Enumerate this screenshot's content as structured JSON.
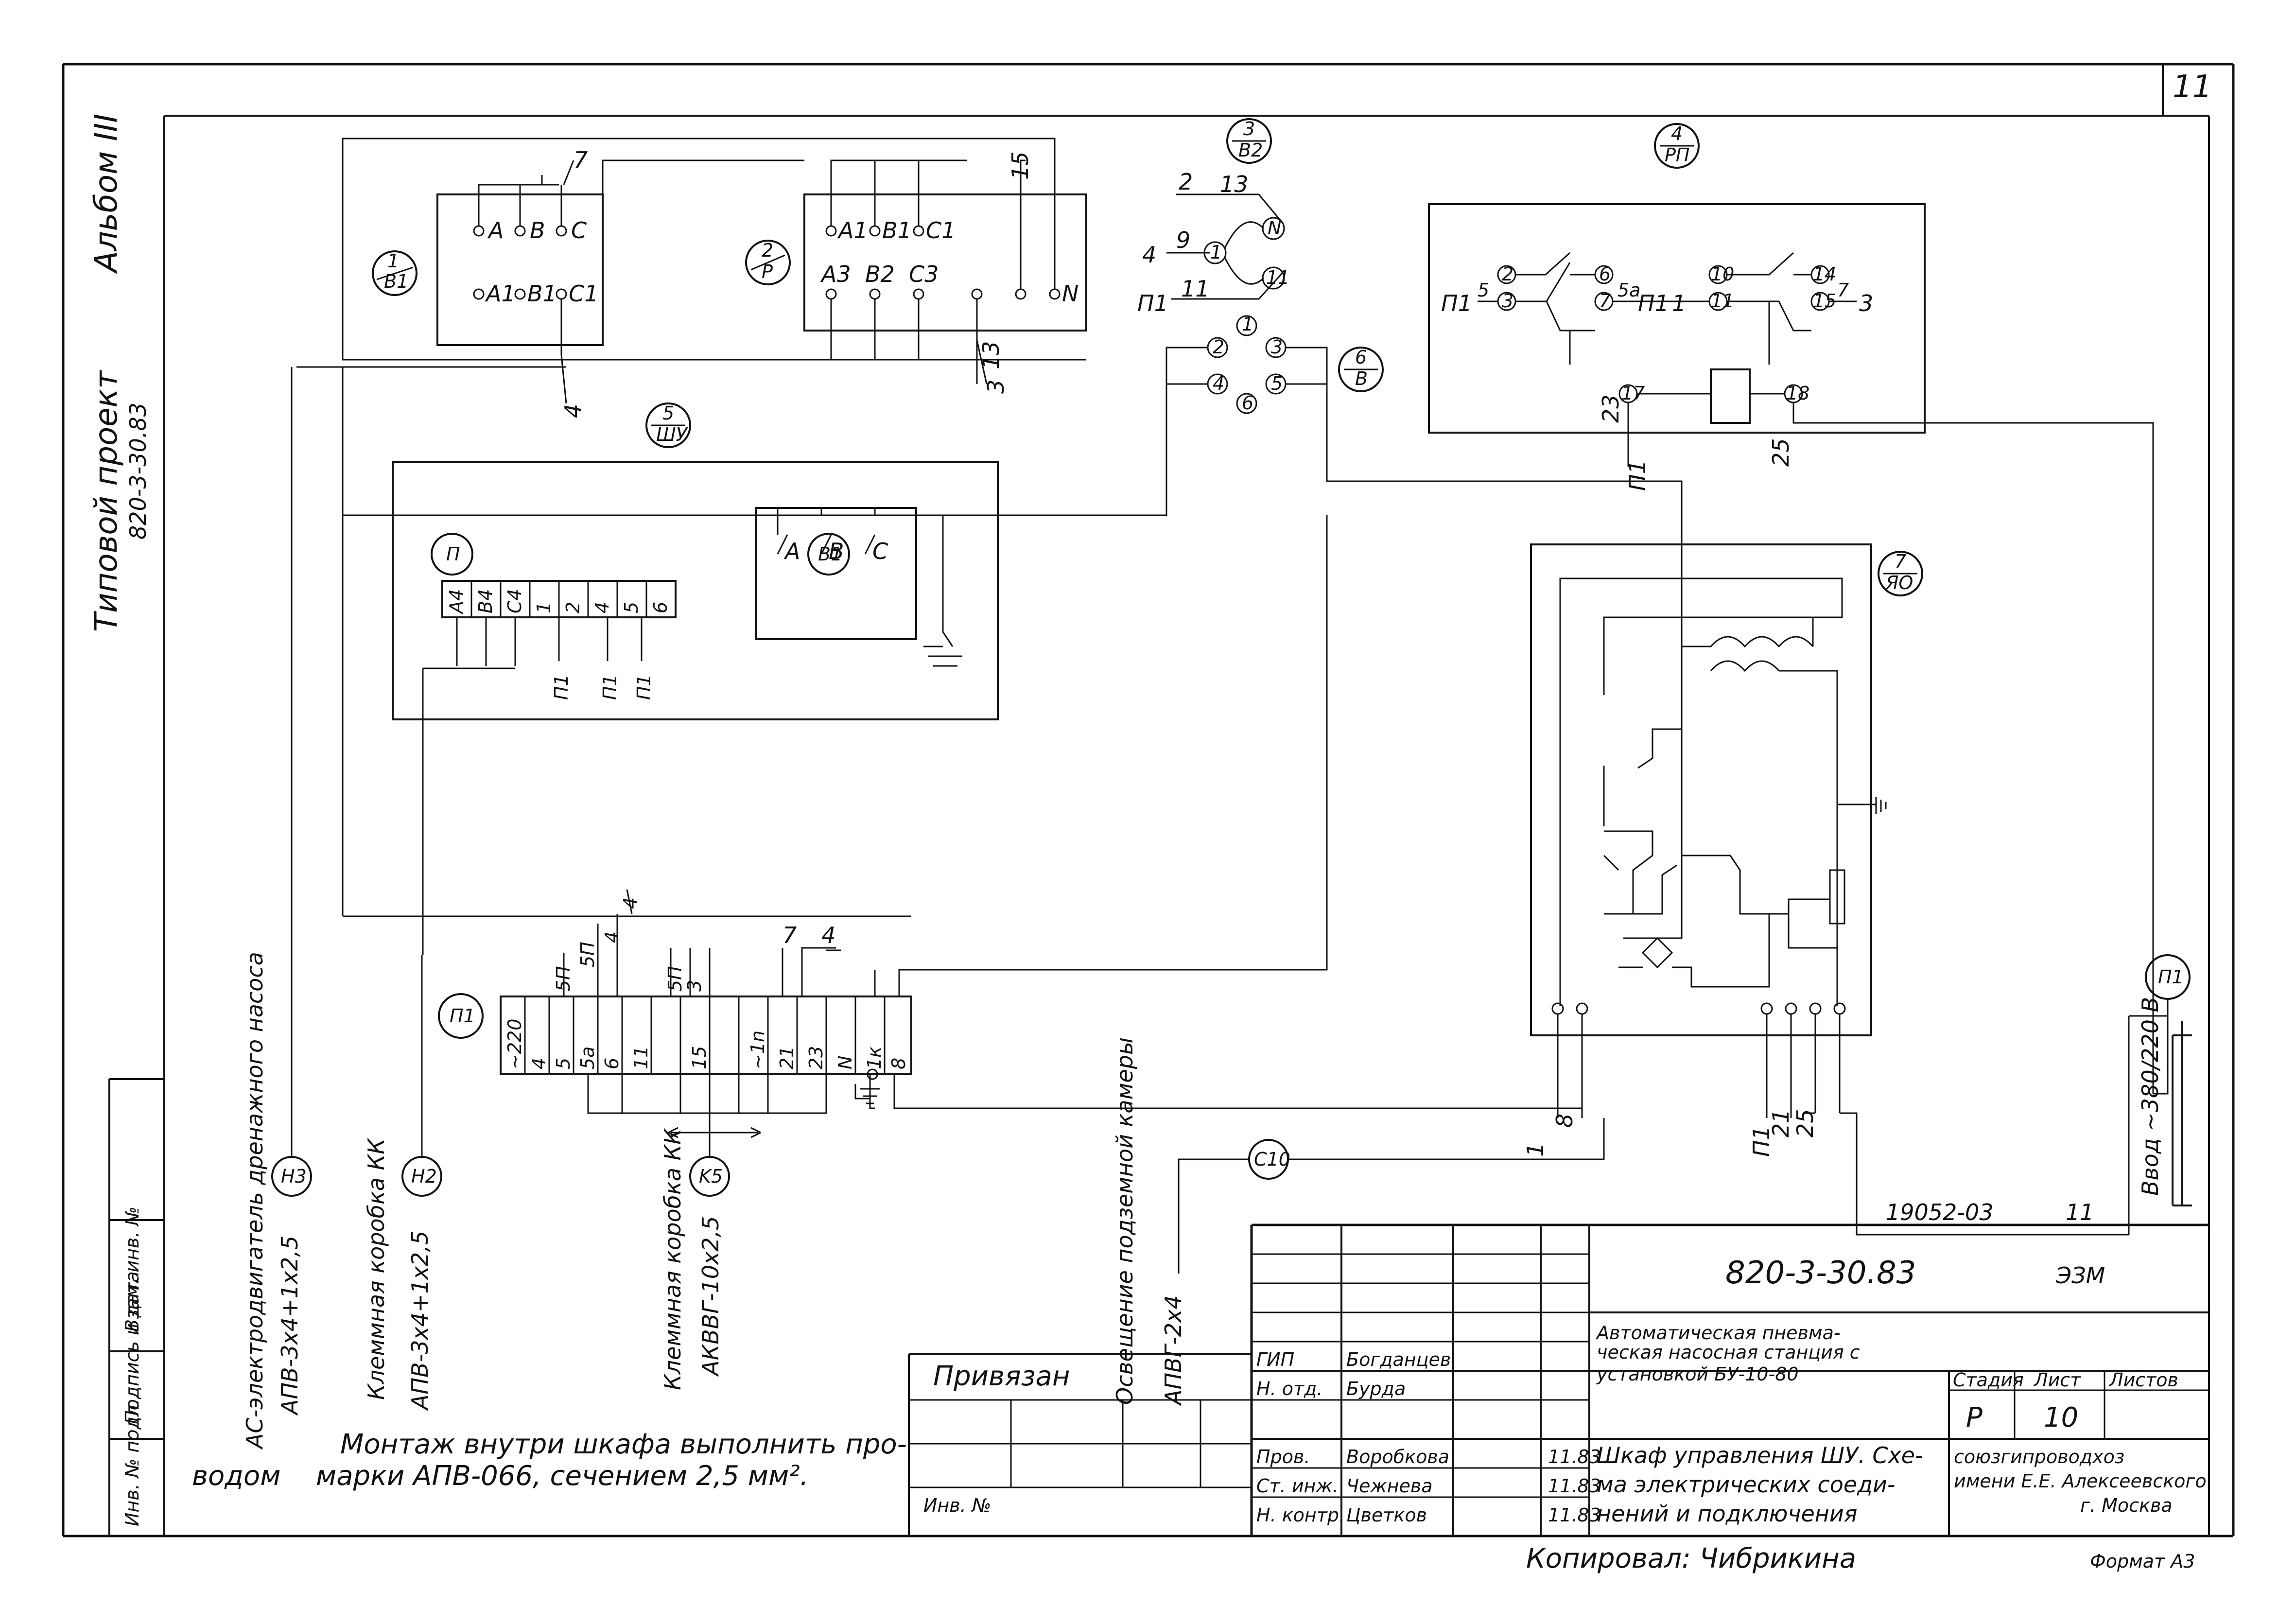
{
  "sheet": {
    "page_number": "11",
    "album": "Альбом III",
    "project_type": "Типовой проект",
    "project_code": "820-3-30.83"
  },
  "devices": {
    "b1": {
      "num": "1",
      "code": "B1",
      "top_terms": [
        "A",
        "B",
        "C"
      ],
      "bottom_terms": [
        "A1",
        "B1",
        "C1"
      ],
      "wire_top": "7",
      "wire_bottom": "4"
    },
    "p": {
      "num": "2",
      "code": "P",
      "top_terms": [
        "A1",
        "B1",
        "C1"
      ],
      "bottom_terms": [
        "A3",
        "B2",
        "C3"
      ],
      "n": "N",
      "wire_15": "15",
      "wire_13": "13",
      "wire_3": "3"
    },
    "b2": {
      "num": "3",
      "code": "B2",
      "terms": [
        "N",
        "1",
        "11"
      ],
      "wires": [
        "2",
        "13",
        "4",
        "9",
        "П1",
        "11"
      ]
    },
    "rp": {
      "num": "4",
      "code": "РП",
      "left": "П1",
      "w5": "5",
      "t2": "2",
      "t3": "3",
      "t6": "6",
      "t7": "7",
      "w5a": "5а",
      "mid": "П1",
      "w1": "1",
      "t10": "10",
      "t11": "11",
      "t14": "14",
      "t15": "15",
      "w7": "7",
      "w3": "3",
      "t17": "17",
      "t18": "18",
      "wire_23": "23",
      "wire_25": "25",
      "p_label": "П1"
    },
    "b": {
      "num": "6",
      "code": "B",
      "terms": [
        "1",
        "2",
        "3",
        "4",
        "5",
        "6"
      ]
    },
    "sch": {
      "num": "5",
      "code": "ШУ"
    },
    "pw": {
      "code": "П"
    },
    "b1i": {
      "code": "B1",
      "terms": [
        "A",
        "B",
        "C"
      ]
    },
    "tb": {
      "terms": [
        "A4",
        "B4",
        "C4",
        "1",
        "2",
        "4",
        "5",
        "6"
      ],
      "wires": [
        "П1",
        "П1",
        "П1"
      ]
    },
    "tr": {
      "num": "7",
      "code": "ЯО"
    },
    "k1": {
      "code": "П1",
      "terms": [
        "~220",
        "4",
        "5",
        "5а",
        "6",
        "11",
        "15",
        "~1n",
        "21",
        "23",
        "N",
        "1к",
        "8"
      ],
      "top": [
        "5П",
        "5П",
        "4",
        "5П",
        "3",
        "4",
        "7",
        "4"
      ]
    },
    "tr_bottom": {
      "a": "1",
      "b": "8",
      "c": "П1",
      "d": "21",
      "e": "25"
    }
  },
  "cables": [
    {
      "tag": "H3",
      "name": "АС-электродвигатель дренажного насоса",
      "cable": "АПВ-3х4+1х2,5"
    },
    {
      "tag": "H2",
      "name": "Клеммная коробка КК",
      "cable": "АПВ-3х4+1х2,5"
    },
    {
      "tag": "K5",
      "name": "Клеммная коробка КК",
      "cable": "АКВВГ-10х2,5"
    },
    {
      "tag": "C10",
      "name": "Освещение подземной камеры",
      "cable": "АПВГ-2х4"
    },
    {
      "tag": "П1",
      "name": "Ввод ~380/220 В",
      "cable": ""
    }
  ],
  "note": {
    "line1": "Монтаж внутри шкафа выполнить про-",
    "line2_a": "водом",
    "line2_b": "марки АПВ-066, сечением 2,5 мм²."
  },
  "title_block": {
    "doc_number": "820-3-30.83",
    "suffix": "ЭЗМ",
    "ref": "19052-03",
    "ref_sheet": "11",
    "privyazan": "Привязан",
    "inv": "Инв. №",
    "roles": [
      {
        "role": "ГИП",
        "name": "Богданцев"
      },
      {
        "role": "Н. отд.",
        "name": "Бурда"
      },
      {
        "role": "Пров.",
        "name": "Воробкова"
      },
      {
        "role": "Ст. инж.",
        "name": "Чежнева"
      },
      {
        "role": "Н. контр.",
        "name": "Цветков"
      }
    ],
    "dates": [
      "11.83",
      "11.83",
      "11.83"
    ],
    "title1": "Автоматическая пневматическая насосная станция с установкой БУ-10-80",
    "title1_l1": "Автоматическая пневма-",
    "title1_l2": "ческая насосная станция с",
    "title1_l3": "установкой БУ-10-80",
    "title2_l1": "Шкаф управления ШУ. Схе-",
    "title2_l2": "ма электрических соеди-",
    "title2_l3": "нений и подключения",
    "stage_h": "Стадия",
    "sheet_h": "Лист",
    "sheets_h": "Листов",
    "stage": "Р",
    "sheet_no": "10",
    "org_l1": "союзгипроводхоз",
    "org_l2": "имени Е.Е. Алексеевского",
    "org_l3": "г. Москва",
    "copied": "Копировал: Чибрикина",
    "format": "Формат А3"
  },
  "left_strip": [
    "Инв. № подл.",
    "Подпись и дата",
    "Взам. инв. №"
  ]
}
